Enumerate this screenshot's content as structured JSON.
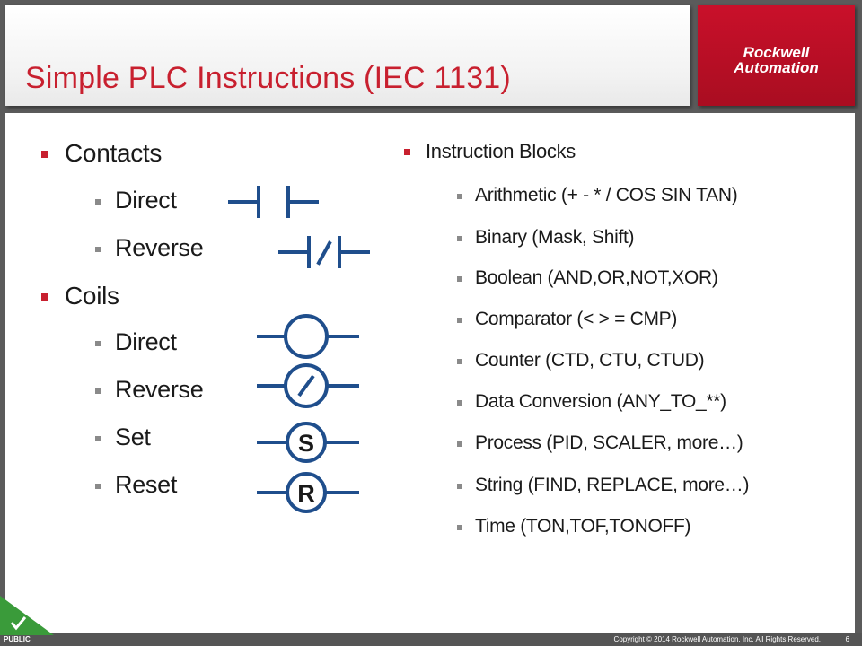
{
  "header": {
    "title": "Simple PLC Instructions (IEC 1131)",
    "logo_line1": "Rockwell",
    "logo_line2": "Automation"
  },
  "left": {
    "contacts": "Contacts",
    "contacts_direct": "Direct",
    "contacts_reverse": "Reverse",
    "coils": "Coils",
    "coils_direct": "Direct",
    "coils_reverse": "Reverse",
    "coils_set": "Set",
    "coils_reset": "Reset"
  },
  "symbols": {
    "set_letter": "S",
    "reset_letter": "R"
  },
  "right": {
    "heading": "Instruction Blocks",
    "items": [
      "Arithmetic (+ - * / COS SIN TAN)",
      "Binary (Mask, Shift)",
      "Boolean (AND,OR,NOT,XOR)",
      "Comparator (< > = CMP)",
      "Counter (CTD, CTU, CTUD)",
      "Data Conversion (ANY_TO_**)",
      "Process (PID, SCALER, more…)",
      "String (FIND, REPLACE, more…)",
      "Time (TON,TOF,TONOFF)"
    ]
  },
  "footer": {
    "classification": "PUBLIC",
    "copyright": "Copyright © 2014 Rockwell Automation, Inc. All Rights Reserved.",
    "page": "6"
  },
  "colors": {
    "accent": "#c8202f",
    "symbol": "#1f4e8c",
    "background": "#5b5b5b"
  },
  "icons": {
    "corner": "checkmark-icon"
  }
}
